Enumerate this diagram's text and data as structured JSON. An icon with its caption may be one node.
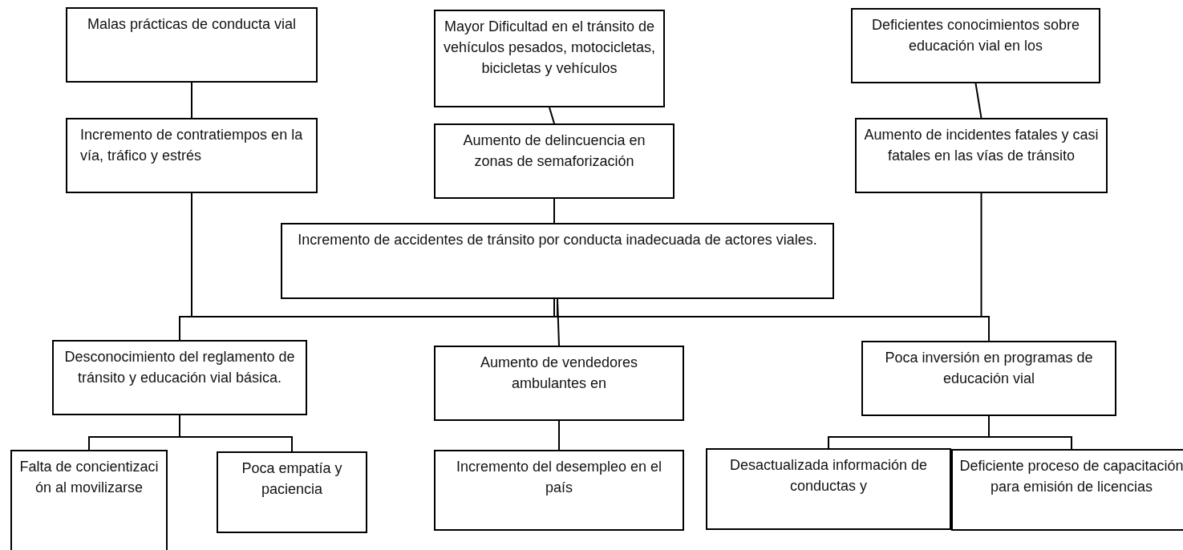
{
  "diagram": {
    "nodes": [
      {
        "text": [
          "Malas prácticas de conducta vial"
        ]
      },
      {
        "text": [
          "Mayor Dificultad en el tránsito de vehículos pesados, motocicletas, bicicletas y vehículos"
        ]
      },
      {
        "text": [
          "Deficientes conocimientos sobre educación vial en los"
        ]
      },
      {
        "text": [
          "Incremento de contratiempos en la vía, tráfico y estrés"
        ]
      },
      {
        "text": [
          "Aumento de delincuencia en zonas de semaforización"
        ]
      },
      {
        "text": [
          "Aumento de incidentes fatales y casi fatales en las vías de tránsito"
        ]
      },
      {
        "text": [
          "Incremento de accidentes de tránsito por conducta inadecuada de actores viales."
        ]
      },
      {
        "text": [
          "Desconocimiento del reglamento de tránsito y educación vial básica."
        ]
      },
      {
        "text": [
          "Aumento de vendedores ambulantes en"
        ]
      },
      {
        "text": [
          "Poca inversión en programas de educación vial"
        ]
      },
      {
        "text": [
          "Falta de concientizaci ón al movilizarse"
        ]
      },
      {
        "text": [
          "Poca empatía y paciencia"
        ]
      },
      {
        "text": [
          "Incremento del desempleo en el país"
        ]
      },
      {
        "text": [
          "Desactualizada información de conductas y"
        ]
      },
      {
        "text": [
          "Deficiente proceso de capacitación para emisión de licencias"
        ]
      }
    ],
    "edges": [
      {
        "from": 0,
        "to": 3,
        "arrow": "none"
      },
      {
        "from": 1,
        "to": 4,
        "arrow": "none"
      },
      {
        "from": 2,
        "to": 5,
        "arrow": "none"
      },
      {
        "from": 3,
        "to": 6,
        "arrow": "none"
      },
      {
        "from": 4,
        "to": 6,
        "arrow": "none"
      },
      {
        "from": 5,
        "to": 6,
        "arrow": "none"
      },
      {
        "from": 6,
        "to": 7,
        "arrow": "none"
      },
      {
        "from": 6,
        "to": 8,
        "arrow": "none"
      },
      {
        "from": 6,
        "to": 9,
        "arrow": "none"
      },
      {
        "from": 7,
        "to": 10,
        "arrow": "none"
      },
      {
        "from": 7,
        "to": 11,
        "arrow": "none"
      },
      {
        "from": 8,
        "to": 12,
        "arrow": "none"
      },
      {
        "from": 9,
        "to": 13,
        "arrow": "none"
      },
      {
        "from": 9,
        "to": 14,
        "arrow": "none"
      }
    ]
  }
}
